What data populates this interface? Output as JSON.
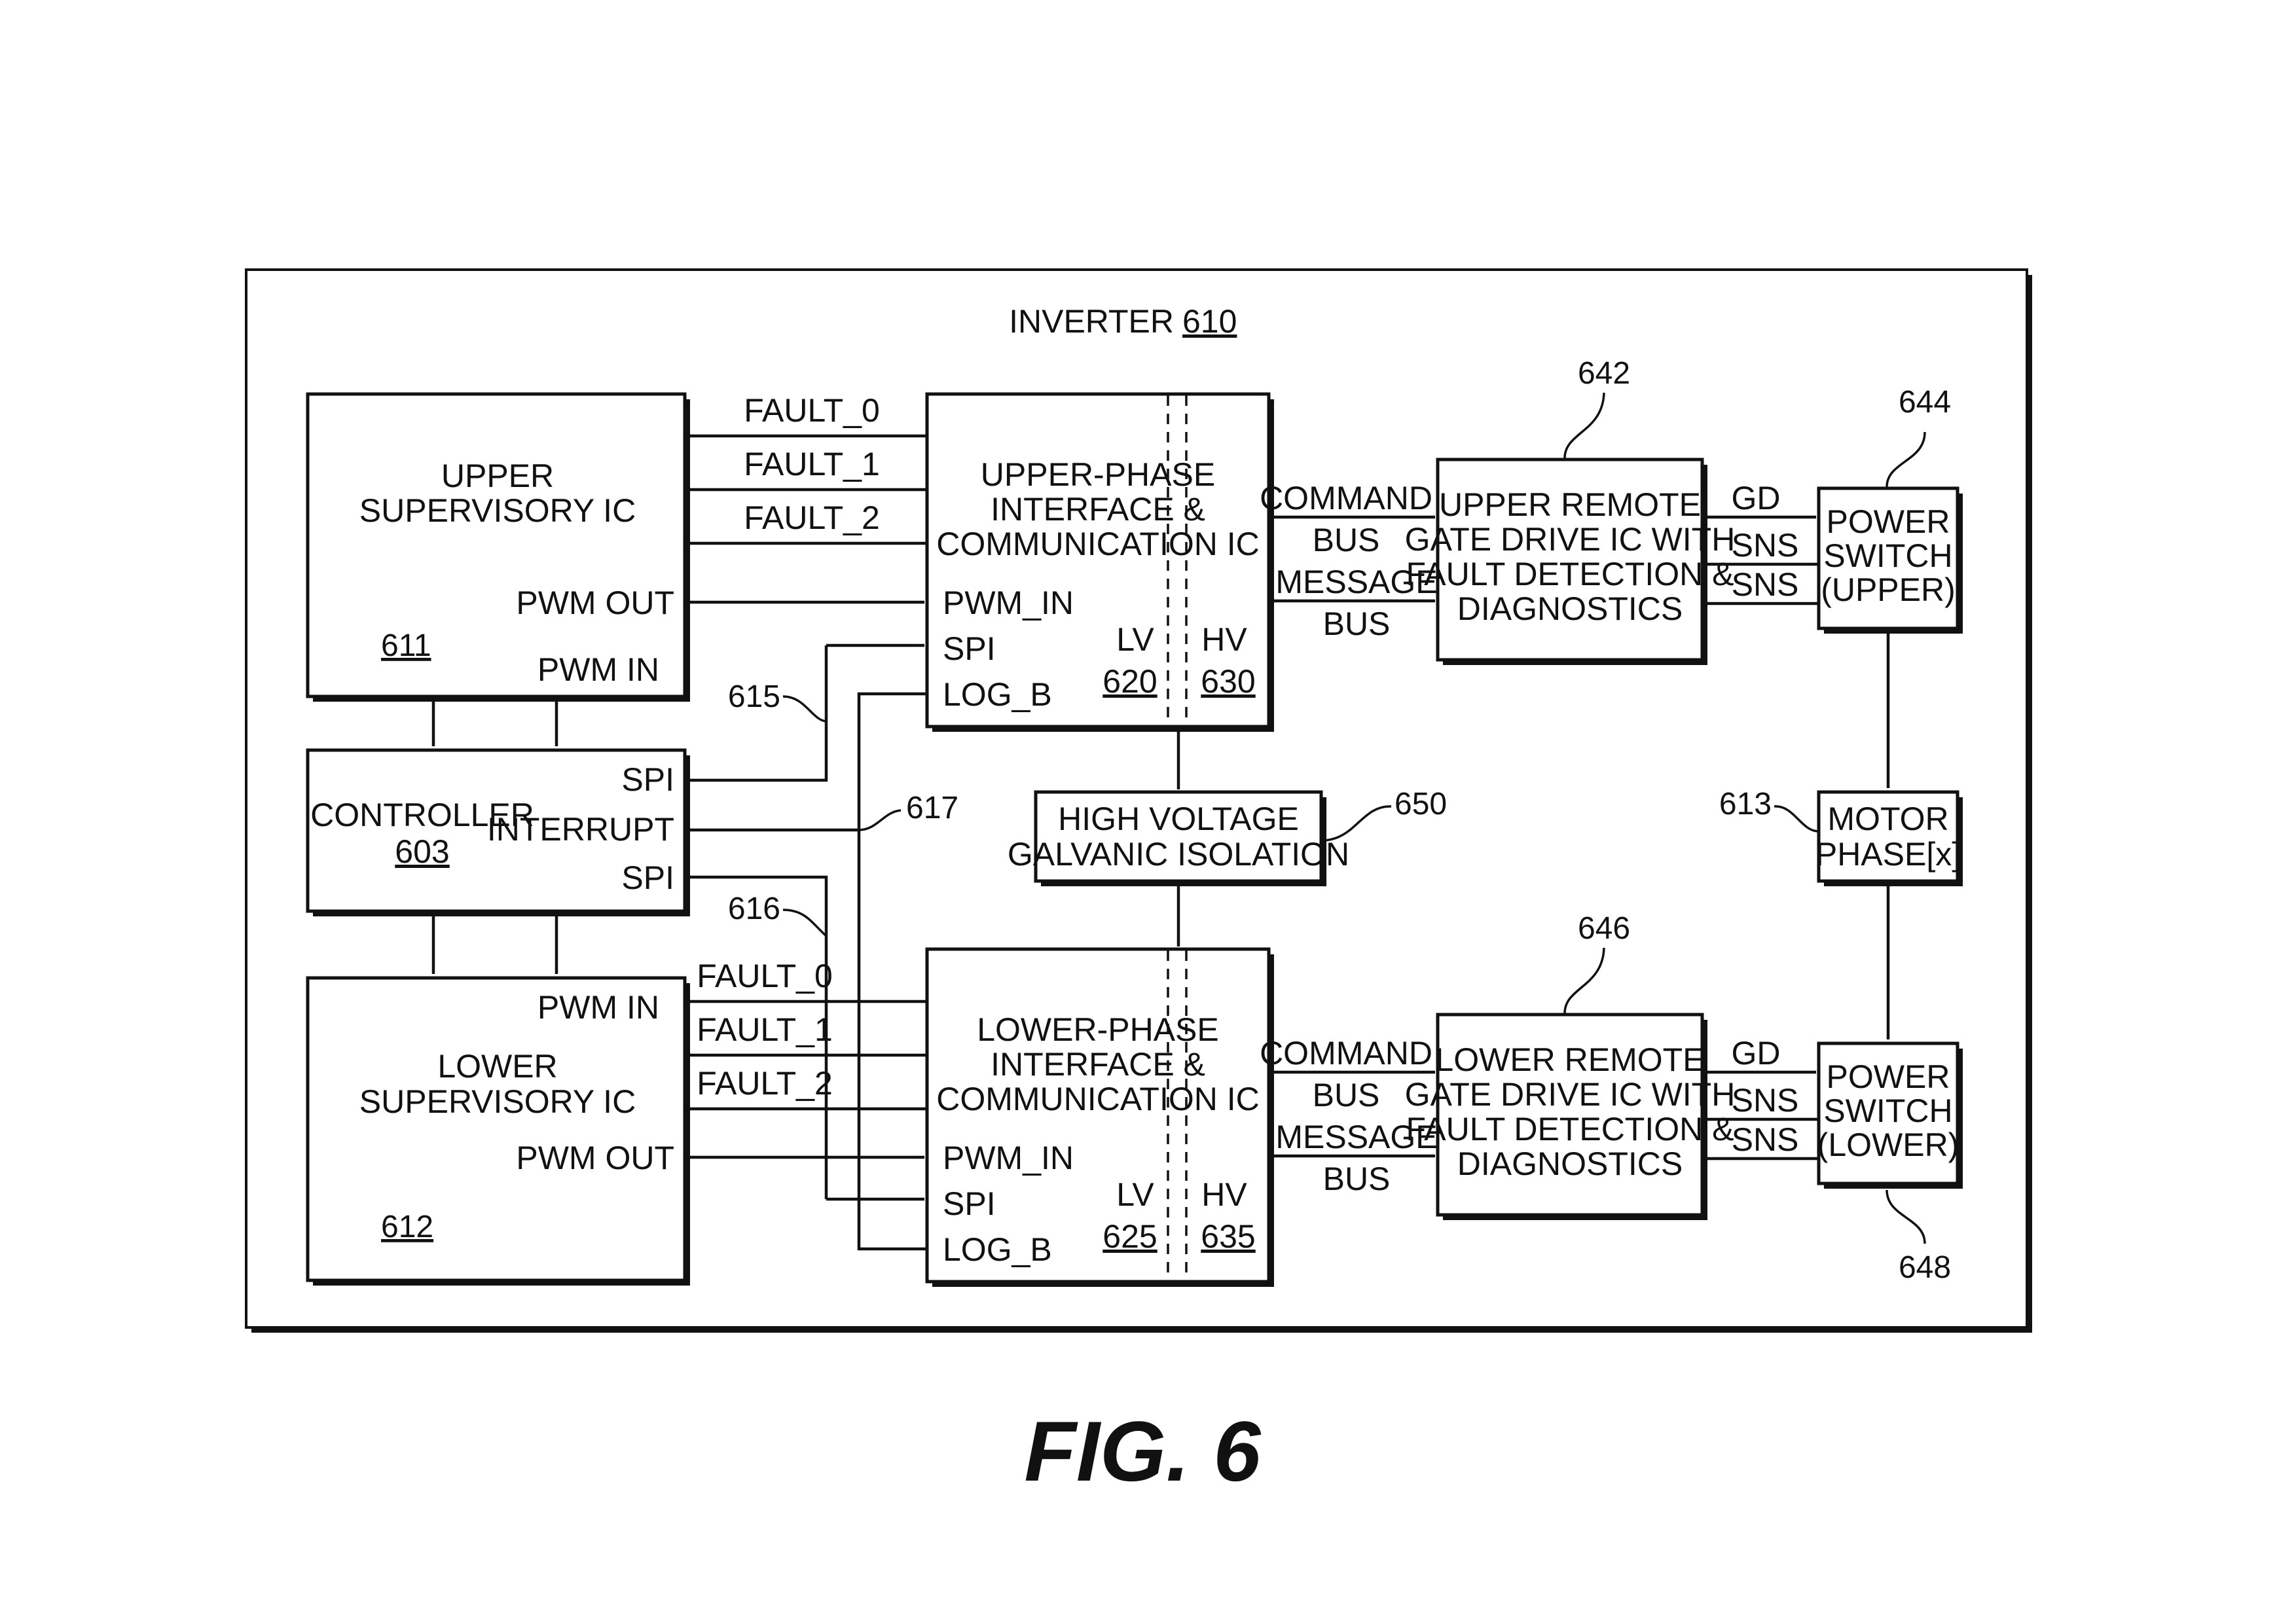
{
  "figure_label": "FIG. 6",
  "inverter": {
    "label": "INVERTER",
    "ref": "610"
  },
  "upper_supervisory": {
    "line1": "UPPER",
    "line2": "SUPERVISORY IC",
    "ref": "611",
    "pwm_out": "PWM OUT",
    "pwm_in": "PWM IN"
  },
  "lower_supervisory": {
    "line1": "LOWER",
    "line2": "SUPERVISORY IC",
    "ref": "612",
    "pwm_out": "PWM OUT",
    "pwm_in": "PWM IN"
  },
  "controller": {
    "label": "CONTROLLER",
    "ref": "603",
    "spi_top": "SPI",
    "interrupt": "INTERRUPT",
    "spi_bottom": "SPI"
  },
  "upper_phase_ic": {
    "line1": "UPPER-PHASE",
    "line2": "INTERFACE &",
    "line3": "COMMUNICATION IC",
    "pwm_in": "PWM_IN",
    "spi": "SPI",
    "log_b": "LOG_B",
    "lv": "LV",
    "lv_ref": "620",
    "hv": "HV",
    "hv_ref": "630"
  },
  "lower_phase_ic": {
    "line1": "LOWER-PHASE",
    "line2": "INTERFACE &",
    "line3": "COMMUNICATION IC",
    "pwm_in": "PWM_IN",
    "spi": "SPI",
    "log_b": "LOG_B",
    "lv": "LV",
    "lv_ref": "625",
    "hv": "HV",
    "hv_ref": "635"
  },
  "upper_faults": [
    "FAULT_0",
    "FAULT_1",
    "FAULT_2"
  ],
  "lower_faults": [
    "FAULT_0",
    "FAULT_1",
    "FAULT_2"
  ],
  "isolation": {
    "line1": "HIGH VOLTAGE",
    "line2": "GALVANIC ISOLATION",
    "ref": "650"
  },
  "upper_gate_drive": {
    "line1": "UPPER REMOTE",
    "line2": "GATE DRIVE IC WITH",
    "line3": "FAULT DETECTION &",
    "line4": "DIAGNOSTICS",
    "ref": "642"
  },
  "lower_gate_drive": {
    "line1": "LOWER REMOTE",
    "line2": "GATE DRIVE IC WITH",
    "line3": "FAULT DETECTION &",
    "line4": "DIAGNOSTICS",
    "ref": "646"
  },
  "upper_buses": {
    "command1": "COMMAND",
    "command2": "BUS",
    "message1": "MESSAGE",
    "message2": "BUS"
  },
  "lower_buses": {
    "command1": "COMMAND",
    "command2": "BUS",
    "message1": "MESSAGE",
    "message2": "BUS"
  },
  "upper_switch": {
    "line1": "POWER",
    "line2": "SWITCH",
    "line3": "(UPPER)",
    "ref": "644",
    "gd": "GD",
    "sns1": "SNS",
    "sns2": "SNS"
  },
  "lower_switch": {
    "line1": "POWER",
    "line2": "SWITCH",
    "line3": "(LOWER)",
    "ref": "648",
    "gd": "GD",
    "sns1": "SNS",
    "sns2": "SNS"
  },
  "motor": {
    "line1": "MOTOR",
    "line2": "PHASE[x]",
    "ref": "613"
  },
  "refs": {
    "spi_bus_upper": "615",
    "spi_bus_lower": "616",
    "interrupt_line": "617"
  }
}
